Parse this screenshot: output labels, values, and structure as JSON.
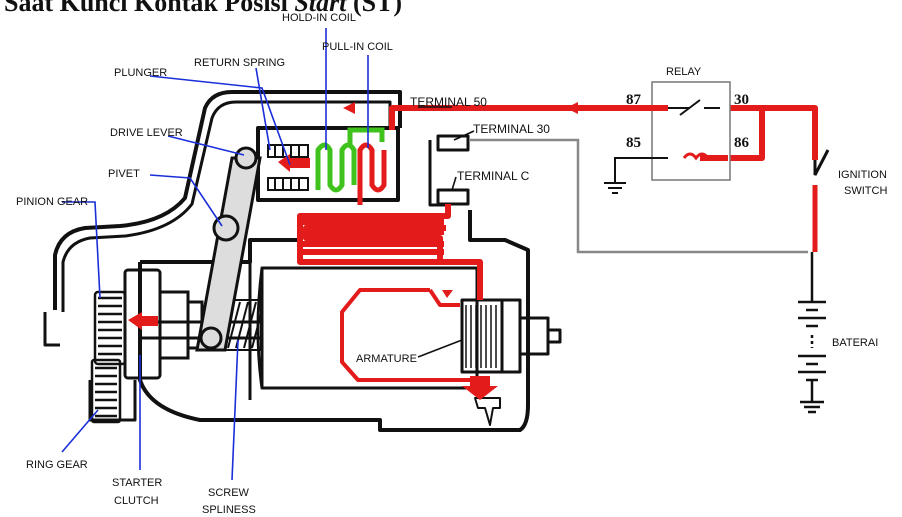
{
  "title": {
    "prefix": "Saat Kunci Kontak Posisi ",
    "italic": "Start",
    "suffix": " (ST)"
  },
  "labels": {
    "hold_in_coil": "HOLD-IN COIL",
    "pull_in_coil": "PULL-IN COIL",
    "plunger": "PLUNGER",
    "return_spring": "RETURN SPRING",
    "drive_lever": "DRIVE LEVER",
    "pivet": "PIVET",
    "pinion_gear": "PINION GEAR",
    "ring_gear": "RING GEAR",
    "starter_clutch_1": "STARTER",
    "starter_clutch_2": "CLUTCH",
    "screw_spliness_1": "SCREW",
    "screw_spliness_2": "SPLINESS",
    "armature": "ARMATURE",
    "terminal_50": "TERMINAL 50",
    "terminal_30": "TERMINAL 30",
    "terminal_c": "TERMINAL C",
    "relay": "RELAY",
    "relay_87": "87",
    "relay_30": "30",
    "relay_85": "85",
    "relay_86": "86",
    "ignition_switch_1": "IGNITION",
    "ignition_switch_2": "SWITCH",
    "baterai": "BATERAI"
  },
  "colors": {
    "current": "#e31b1b",
    "coil_green": "#3fc21c",
    "leader": "#1a2fd8",
    "body": "#111111"
  }
}
